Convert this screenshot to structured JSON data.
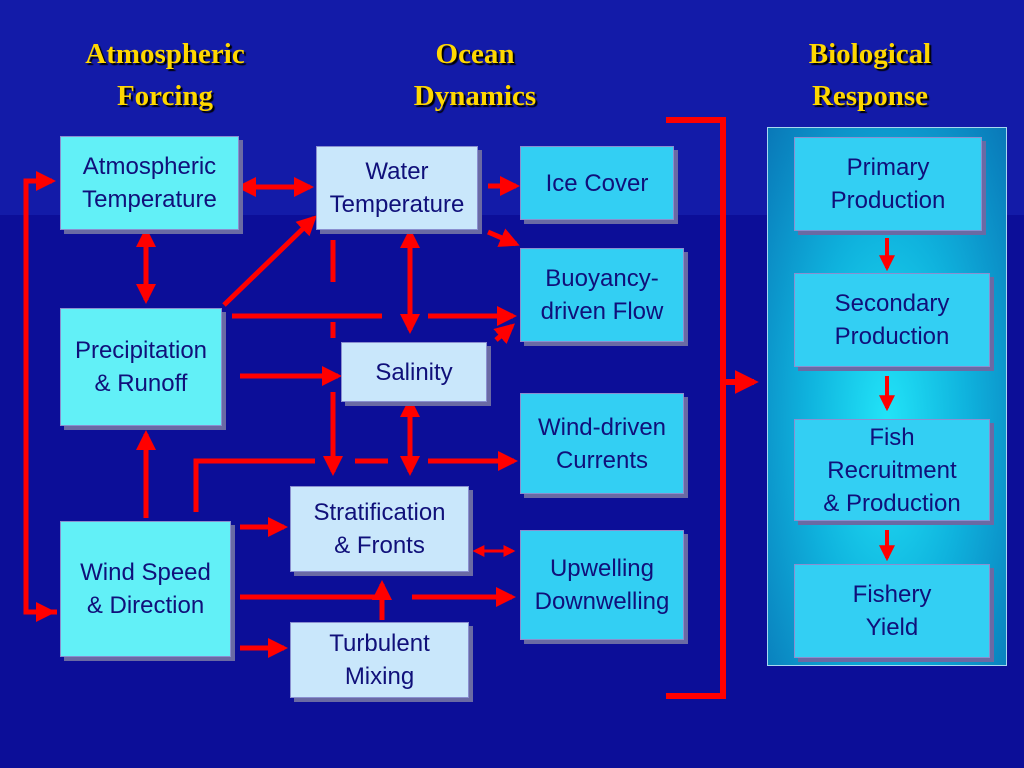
{
  "headers": {
    "atmospheric": [
      "Atmospheric",
      "Forcing"
    ],
    "ocean": [
      "Ocean",
      "Dynamics"
    ],
    "biological": [
      "Biological",
      "Response"
    ]
  },
  "boxes": {
    "atm_temp": "Atmospheric\nTemperature",
    "precip": "Precipitation\n& Runoff",
    "wind": "Wind Speed\n& Direction",
    "water_temp": "Water\nTemperature",
    "salinity": "Salinity",
    "stratification": "Stratification\n& Fronts",
    "turbulent": "Turbulent\nMixing",
    "ice": "Ice Cover",
    "buoyancy": "Buoyancy-\ndriven Flow",
    "wind_currents": "Wind-driven\nCurrents",
    "upwelling": "Upwelling\nDownwelling",
    "primary": "Primary\nProduction",
    "secondary": "Secondary\nProduction",
    "fish": "Fish\nRecruitment\n& Production",
    "fishery": "Fishery\nYield"
  },
  "colors": {
    "background": "#0c0e98",
    "header_text": "#ffd700",
    "arrow": "#ff0000",
    "atmospheric_box": "#62f0f7",
    "ocean_box_light": "#c9e7fb",
    "ocean_box_cyan": "#33cff3",
    "biological_panel": "#12b8e0"
  }
}
